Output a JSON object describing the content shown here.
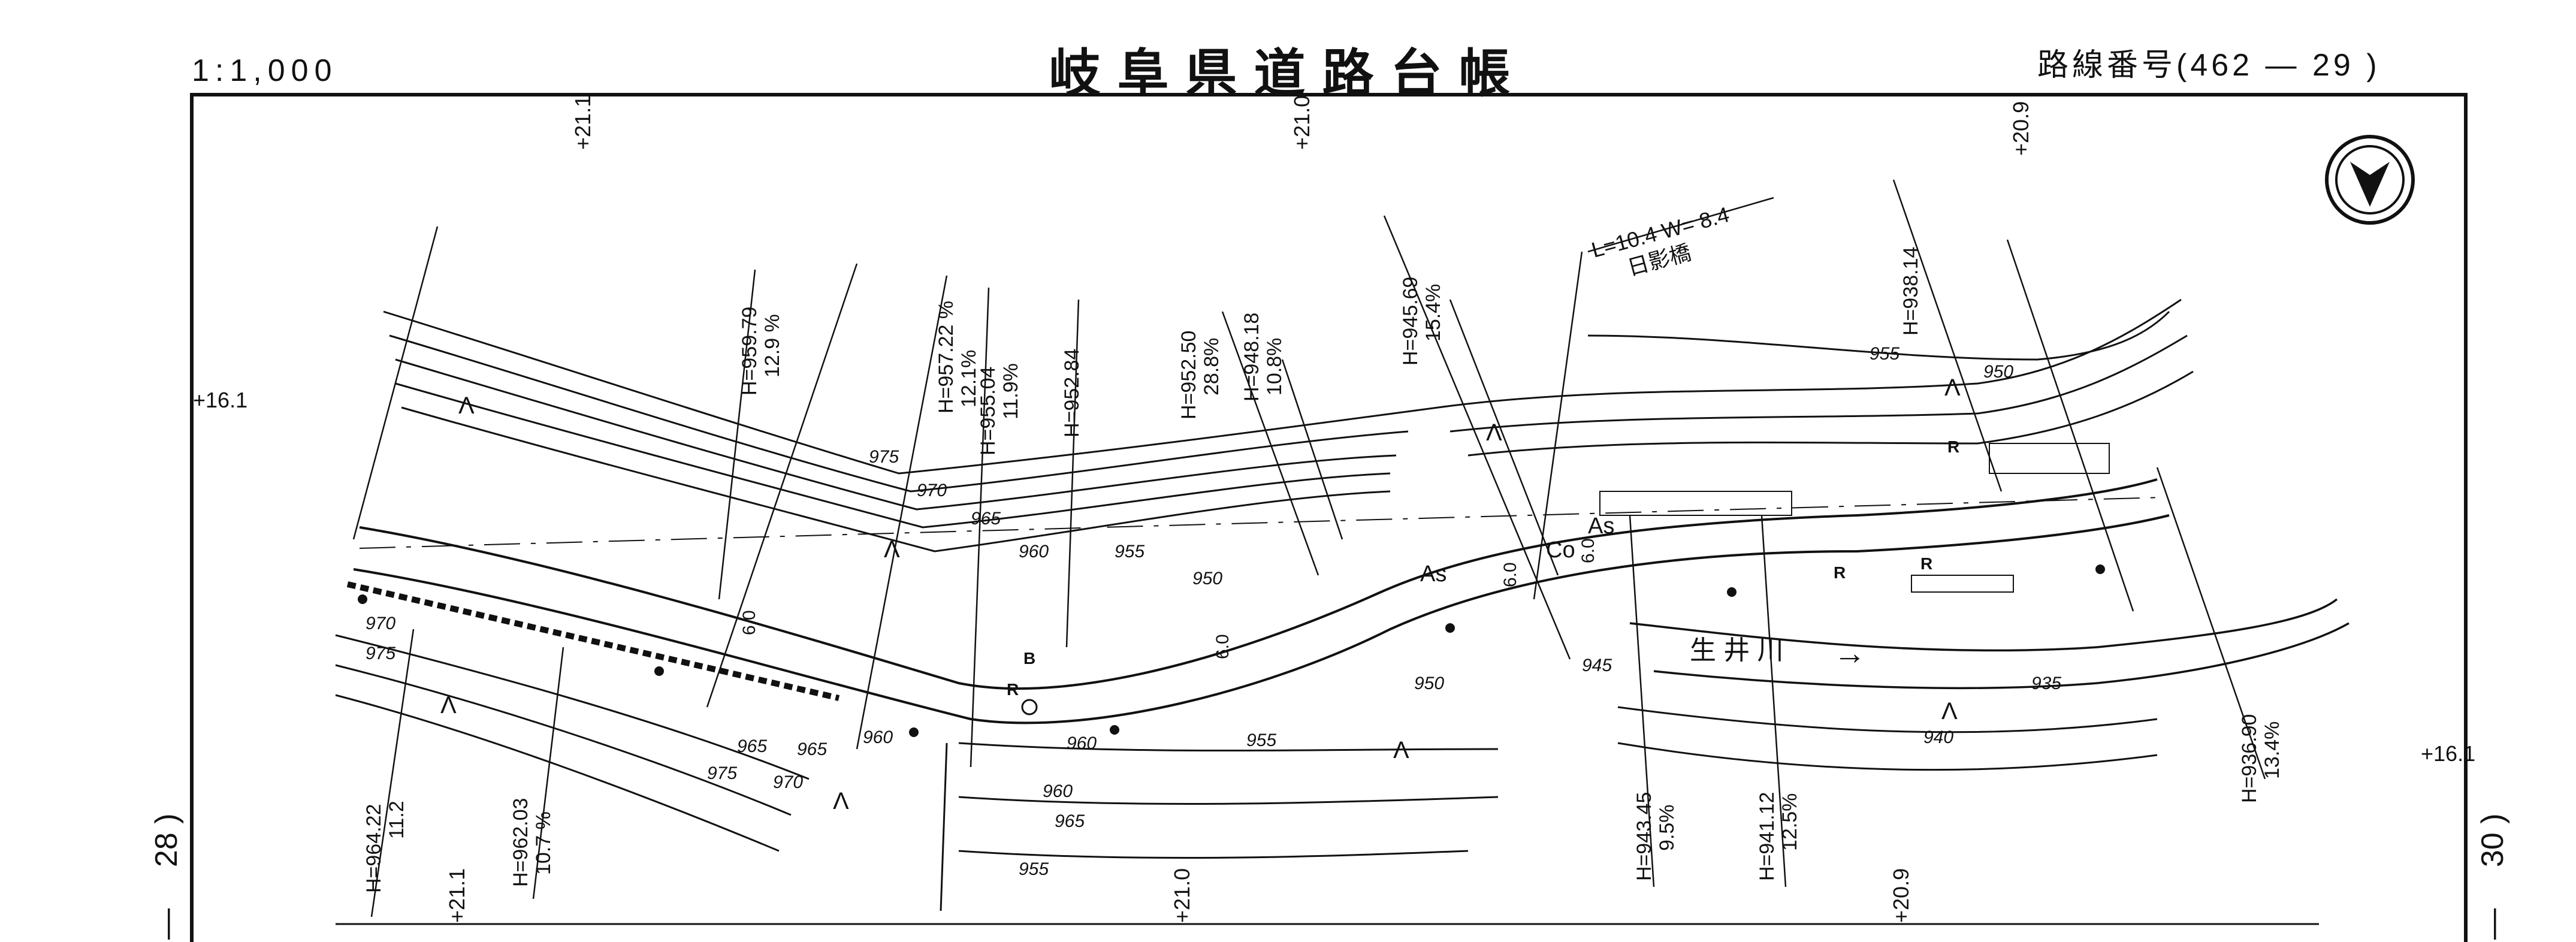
{
  "header": {
    "scale": "1:1,000",
    "title": "岐阜県道路台帳",
    "route_label": "路線番号(462 — 29 )"
  },
  "side_labels": {
    "left": "28 )",
    "right": "30 )",
    "left_dash": "—",
    "right_dash": "—"
  },
  "north_arrow": "north-arrow",
  "grid_marks": [
    "+21.1",
    "+21.0",
    "+20.9",
    "+16.1",
    "+16.1",
    "+21.1",
    "+21.0",
    "+20.9"
  ],
  "contours": [
    "975",
    "970",
    "965",
    "960",
    "955",
    "950",
    "945",
    "940",
    "935",
    "975",
    "970",
    "965",
    "960",
    "955",
    "950",
    "955",
    "950",
    "965",
    "960",
    "955",
    "970",
    "975",
    "960",
    "965"
  ],
  "stations": [
    {
      "elevation": "H=959.79",
      "grade": "12.9 %"
    },
    {
      "elevation": "H=957.22 %",
      "grade": "12.1%"
    },
    {
      "elevation": "H=955.04",
      "grade": "11.9%"
    },
    {
      "elevation": "H=952.84",
      "grade": ""
    },
    {
      "elevation": "H=952.50",
      "grade": "28.8%"
    },
    {
      "elevation": "H=948.18",
      "grade": "10.8%"
    },
    {
      "elevation": "H=945.69",
      "grade": "15.4%"
    },
    {
      "elevation": "H=938.14",
      "grade": ""
    },
    {
      "elevation": "H=964.22",
      "grade": "11.2"
    },
    {
      "elevation": "H=962.03",
      "grade": "10.7 %"
    },
    {
      "elevation": "H=943.45",
      "grade": "9.5%"
    },
    {
      "elevation": "H=941.12",
      "grade": "12.5%"
    },
    {
      "elevation": "H=936.90",
      "grade": "13.4%"
    }
  ],
  "bridge": {
    "dims": "L=10.4  W= 8.4",
    "name": "日影橋"
  },
  "river": {
    "name": "生 井 川",
    "arrow": "→"
  },
  "surface_labels": [
    "As",
    "Co",
    "As"
  ],
  "road_widths": [
    "6.0",
    "6.0",
    "6.0",
    "6.0"
  ],
  "small_labels": [
    "R",
    "R",
    "R",
    "B",
    "R"
  ],
  "slope_marks": [
    "Λ",
    "Λ",
    "Λ",
    "Λ",
    "Λ",
    "Λ",
    "Λ",
    "Λ"
  ]
}
